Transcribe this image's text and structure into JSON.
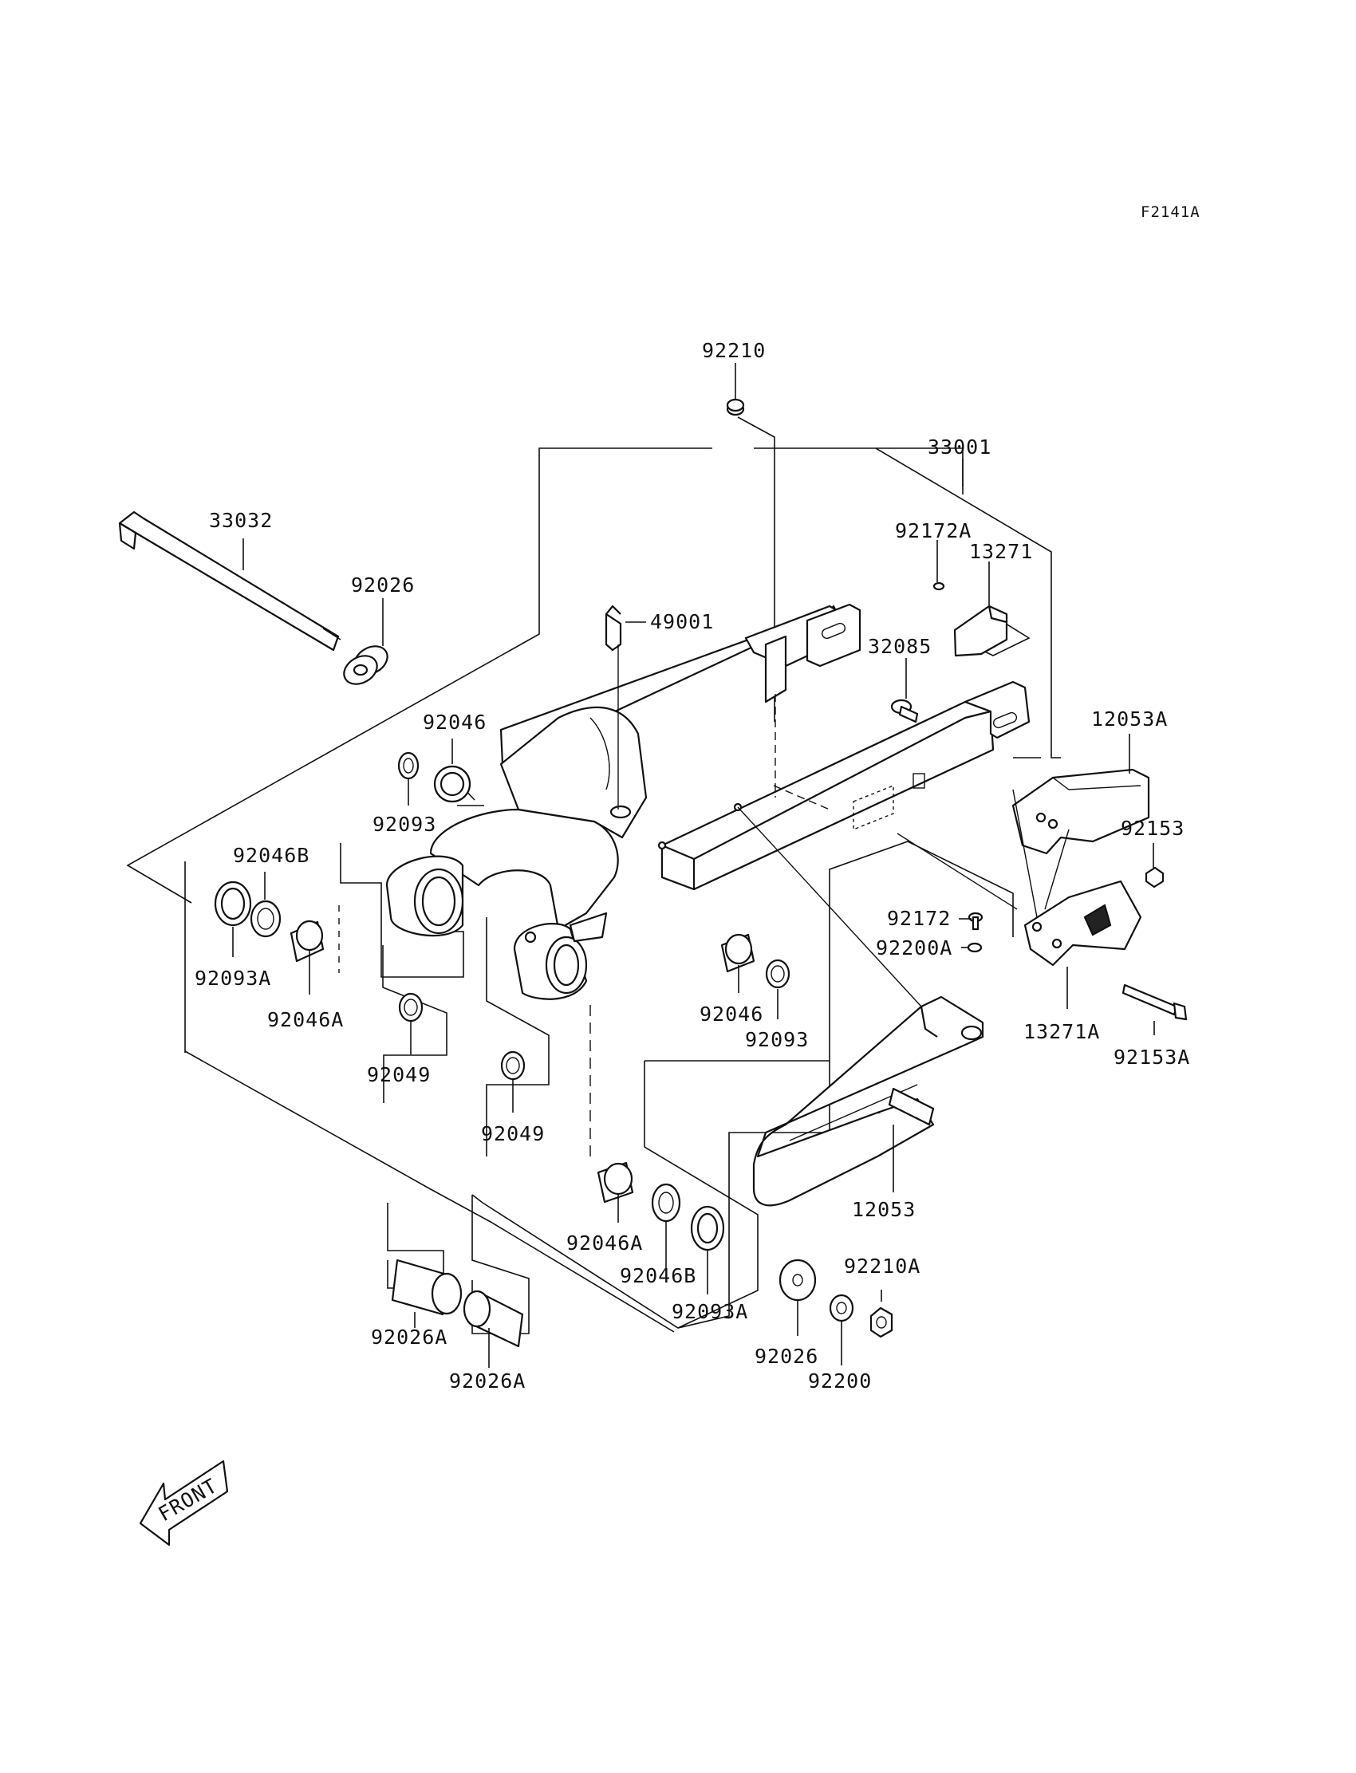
{
  "diagram_code": "F2141A",
  "front_label": "FRONT",
  "labels": {
    "p92210": "92210",
    "p33001": "33001",
    "p33032": "33032",
    "p92026_top": "92026",
    "p49001": "49001",
    "p92172A": "92172A",
    "p13271": "13271",
    "p32085": "32085",
    "p92046_top": "92046",
    "p92093_top": "92093",
    "p12053A": "12053A",
    "p92046B_left": "92046B",
    "p92153": "92153",
    "p92172": "92172",
    "p92200A": "92200A",
    "p92093A_left": "92093A",
    "p92046A_left": "92046A",
    "p92046_mid": "92046",
    "p92093_mid": "92093",
    "p13271A": "13271A",
    "p92153A": "92153A",
    "p92049_left": "92049",
    "p92049_right": "92049",
    "p12053": "12053",
    "p92046A_bottom": "92046A",
    "p92046B_bottom": "92046B",
    "p92093A_bottom": "92093A",
    "p92210A": "92210A",
    "p92026_bottom": "92026",
    "p92200": "92200",
    "p92026A_left": "92026A",
    "p92026A_right": "92026A"
  }
}
